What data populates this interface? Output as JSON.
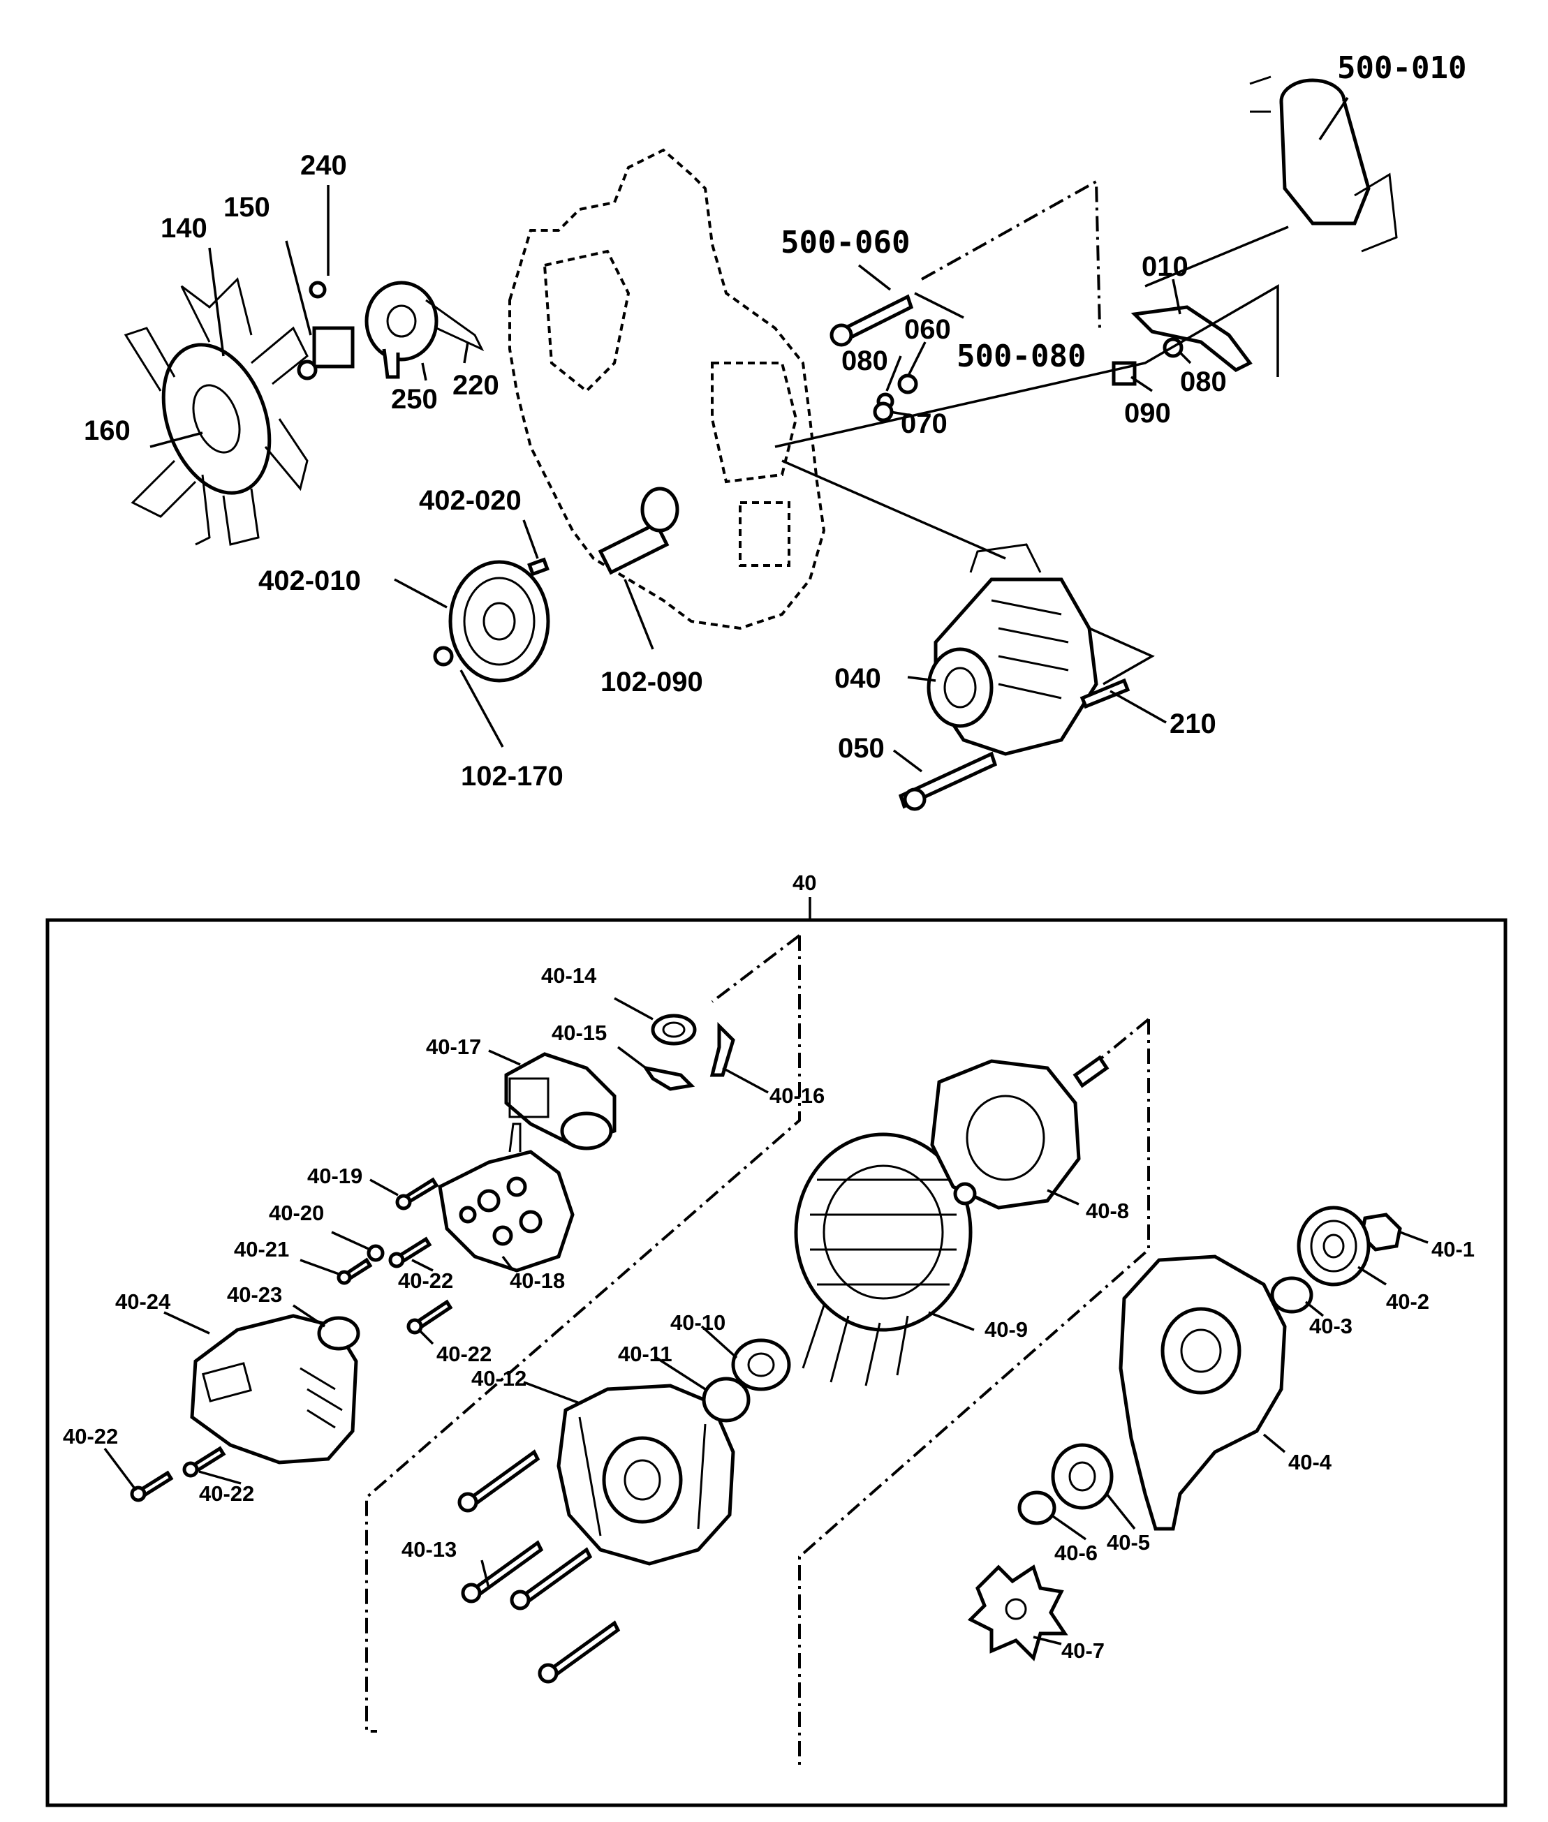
{
  "upper_labels": [
    "240",
    "150",
    "140",
    "160",
    "250",
    "220",
    "402-020",
    "402-010",
    "102-090",
    "102-170",
    "500-060",
    "060",
    "080",
    "070",
    "500-080",
    "010",
    "080",
    "090",
    "500-010",
    "040",
    "050",
    "210"
  ],
  "frame_label": "40",
  "inset_labels": [
    "40-14",
    "40-15",
    "40-16",
    "40-17",
    "40-19",
    "40-20",
    "40-21",
    "40-22",
    "40-18",
    "40-22",
    "40-24",
    "40-23",
    "40-22",
    "40-22",
    "40-12",
    "40-11",
    "40-10",
    "40-9",
    "40-8",
    "40-1",
    "40-2",
    "40-3",
    "40-4",
    "40-5",
    "40-6",
    "40-7",
    "40-13"
  ]
}
